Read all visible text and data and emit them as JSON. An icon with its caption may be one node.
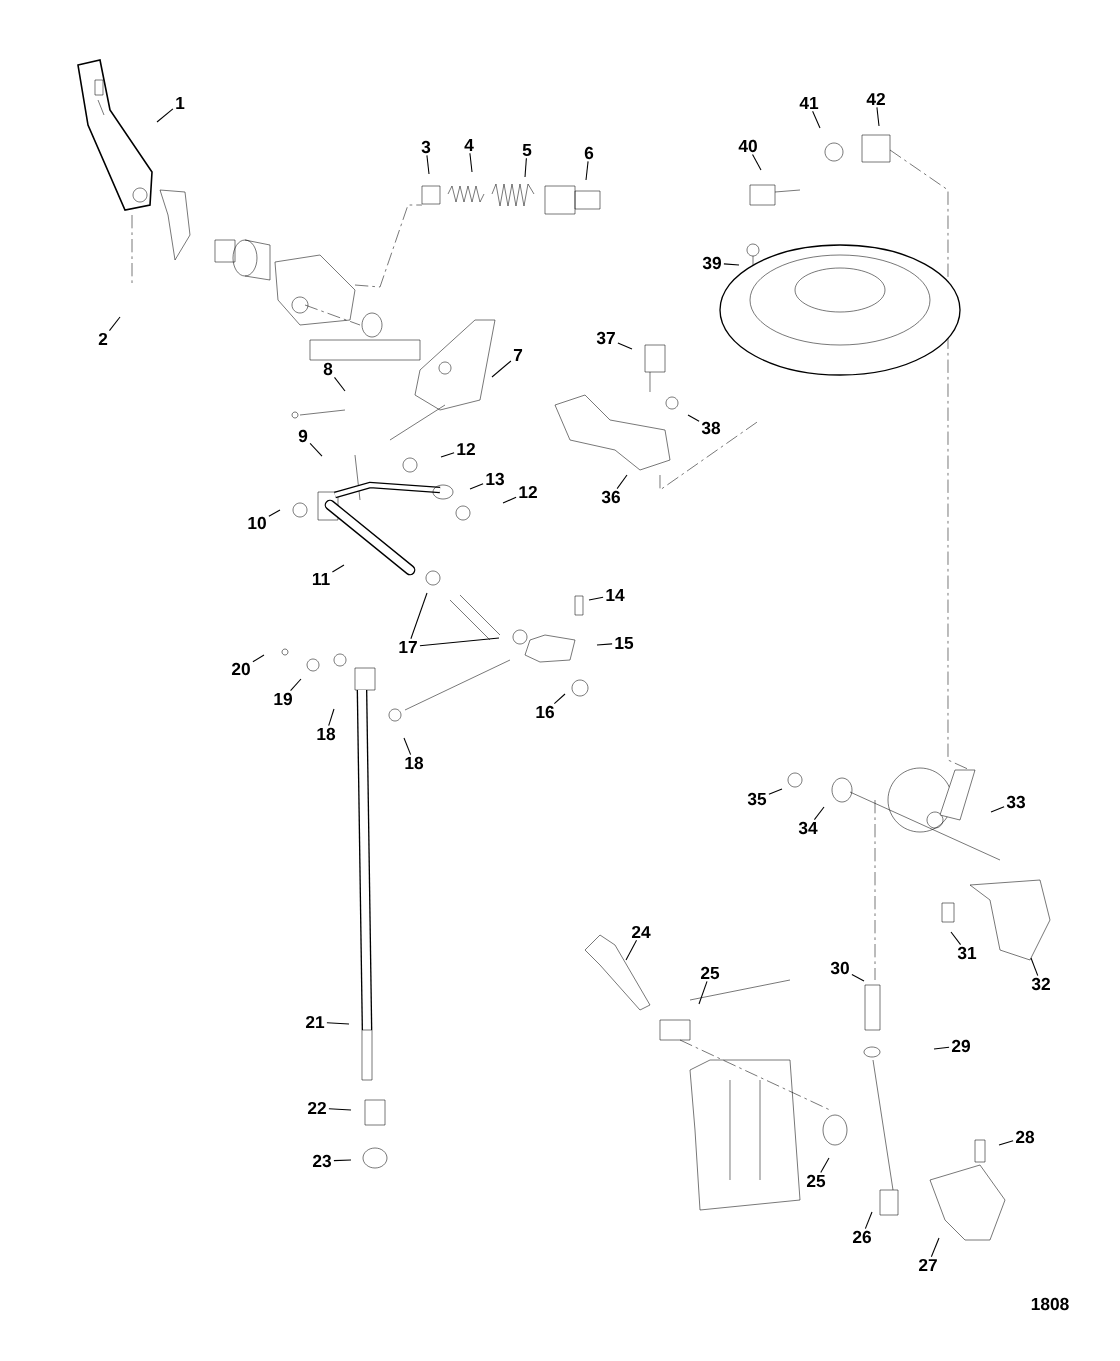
{
  "diagram": {
    "nodes": [
      {
        "text": [
          "1"
        ]
      },
      {
        "text": [
          "2"
        ]
      },
      {
        "text": [
          "3"
        ]
      },
      {
        "text": [
          "4"
        ]
      },
      {
        "text": [
          "5"
        ]
      },
      {
        "text": [
          "6"
        ]
      },
      {
        "text": [
          "7"
        ]
      },
      {
        "text": [
          "8"
        ]
      },
      {
        "text": [
          "9"
        ]
      },
      {
        "text": [
          "10"
        ]
      },
      {
        "text": [
          "11"
        ]
      },
      {
        "text": [
          "12"
        ]
      },
      {
        "text": [
          "13"
        ]
      },
      {
        "text": [
          "12"
        ]
      },
      {
        "text": [
          "14"
        ]
      },
      {
        "text": [
          "15"
        ]
      },
      {
        "text": [
          "16"
        ]
      },
      {
        "text": [
          "17"
        ]
      },
      {
        "text": [
          "18"
        ]
      },
      {
        "text": [
          "18"
        ]
      },
      {
        "text": [
          "19"
        ]
      },
      {
        "text": [
          "20"
        ]
      },
      {
        "text": [
          "21"
        ]
      },
      {
        "text": [
          "22"
        ]
      },
      {
        "text": [
          "23"
        ]
      },
      {
        "text": [
          "24"
        ]
      },
      {
        "text": [
          "25"
        ]
      },
      {
        "text": [
          "25"
        ]
      },
      {
        "text": [
          "26"
        ]
      },
      {
        "text": [
          "27"
        ]
      },
      {
        "text": [
          "28"
        ]
      },
      {
        "text": [
          "29"
        ]
      },
      {
        "text": [
          "30"
        ]
      },
      {
        "text": [
          "31"
        ]
      },
      {
        "text": [
          "32"
        ]
      },
      {
        "text": [
          "33"
        ]
      },
      {
        "text": [
          "34"
        ]
      },
      {
        "text": [
          "35"
        ]
      },
      {
        "text": [
          "36"
        ]
      },
      {
        "text": [
          "37"
        ]
      },
      {
        "text": [
          "38"
        ]
      },
      {
        "text": [
          "39"
        ]
      },
      {
        "text": [
          "40"
        ]
      },
      {
        "text": [
          "41"
        ]
      },
      {
        "text": [
          "42"
        ]
      }
    ],
    "edges": [
      {
        "from": 0,
        "to": null,
        "arrow": "none"
      },
      {
        "from": 1,
        "to": null,
        "arrow": "none"
      },
      {
        "from": 2,
        "to": null,
        "arrow": "none"
      },
      {
        "from": 3,
        "to": null,
        "arrow": "none"
      },
      {
        "from": 4,
        "to": null,
        "arrow": "none"
      },
      {
        "from": 5,
        "to": null,
        "arrow": "none"
      },
      {
        "from": 6,
        "to": null,
        "arrow": "none"
      },
      {
        "from": 7,
        "to": null,
        "arrow": "none"
      },
      {
        "from": 8,
        "to": null,
        "arrow": "none"
      },
      {
        "from": 9,
        "to": null,
        "arrow": "none"
      },
      {
        "from": 10,
        "to": null,
        "arrow": "none"
      },
      {
        "from": 11,
        "to": null,
        "arrow": "none"
      },
      {
        "from": 12,
        "to": null,
        "arrow": "none"
      },
      {
        "from": 13,
        "to": null,
        "arrow": "none"
      },
      {
        "from": 14,
        "to": null,
        "arrow": "none"
      },
      {
        "from": 15,
        "to": null,
        "arrow": "none"
      },
      {
        "from": 16,
        "to": null,
        "arrow": "none"
      },
      {
        "from": 17,
        "to": null,
        "arrow": "none"
      },
      {
        "from": 17,
        "to": null,
        "arrow": "none"
      },
      {
        "from": 18,
        "to": null,
        "arrow": "none"
      },
      {
        "from": 19,
        "to": null,
        "arrow": "none"
      },
      {
        "from": 20,
        "to": null,
        "arrow": "none"
      },
      {
        "from": 21,
        "to": null,
        "arrow": "none"
      },
      {
        "from": 22,
        "to": null,
        "arrow": "none"
      },
      {
        "from": 23,
        "to": null,
        "arrow": "none"
      },
      {
        "from": 24,
        "to": null,
        "arrow": "none"
      },
      {
        "from": 25,
        "to": null,
        "arrow": "none"
      },
      {
        "from": 26,
        "to": null,
        "arrow": "none"
      },
      {
        "from": 27,
        "to": null,
        "arrow": "none"
      },
      {
        "from": 28,
        "to": null,
        "arrow": "none"
      },
      {
        "from": 29,
        "to": null,
        "arrow": "none"
      },
      {
        "from": 30,
        "to": null,
        "arrow": "none"
      },
      {
        "from": 31,
        "to": null,
        "arrow": "none"
      },
      {
        "from": 32,
        "to": null,
        "arrow": "none"
      },
      {
        "from": 33,
        "to": null,
        "arrow": "none"
      },
      {
        "from": 34,
        "to": null,
        "arrow": "none"
      },
      {
        "from": 35,
        "to": null,
        "arrow": "none"
      },
      {
        "from": 36,
        "to": null,
        "arrow": "none"
      },
      {
        "from": 37,
        "to": null,
        "arrow": "none"
      },
      {
        "from": 38,
        "to": null,
        "arrow": "none"
      },
      {
        "from": 39,
        "to": null,
        "arrow": "none"
      },
      {
        "from": 40,
        "to": null,
        "arrow": "none"
      },
      {
        "from": 41,
        "to": null,
        "arrow": "none"
      },
      {
        "from": 42,
        "to": null,
        "arrow": "none"
      },
      {
        "from": 43,
        "to": null,
        "arrow": "none"
      },
      {
        "from": 44,
        "to": null,
        "arrow": "none"
      }
    ],
    "labels": [
      "1808"
    ]
  }
}
